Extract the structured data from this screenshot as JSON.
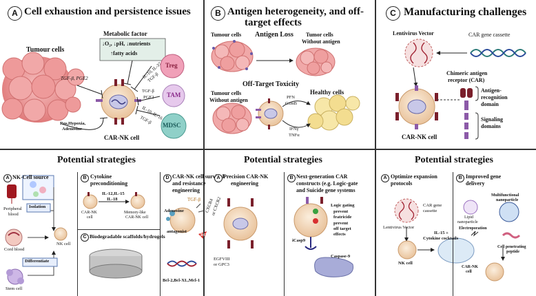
{
  "panels": {
    "a": {
      "letter": "A",
      "title": "Cell exhaustion and persistence issues"
    },
    "b": {
      "letter": "B",
      "title_line1": "Antigen heterogeneity, and off-",
      "title_line2": "target effects"
    },
    "c": {
      "letter": "C",
      "title": "Manufacturing challenges"
    }
  },
  "panel_a": {
    "tumour_cells": "Tumour cells",
    "metabolic_factor": "Metabolic factor",
    "metabolic_line1": "↓O₂, ↓pH, ↓nutrients",
    "metabolic_line2": "↑fatty acids",
    "tgf_pge2": "TGF-β, PGE2",
    "il10_il37": "IL-10, IL-37",
    "tgfb_1": "TGF-β",
    "tgfb_2": "TGF-β",
    "pge2": "PGE2",
    "il10_il16": "IL-10, IL-16",
    "tgfb_3": "TGF-β",
    "ros": "Ros,Hypoxia,",
    "adenosine": "Adenosine",
    "treg": "Treg",
    "tam": "TAM",
    "mdsc": "MDSC",
    "car_nk": "CAR-NK cell"
  },
  "panel_b": {
    "tumour_cells": "Tumour cells",
    "antigen_loss": "Antigen Loss",
    "tumor_without_line1": "Tumor cells",
    "tumor_without_line2": "Without antigen",
    "off_target": "Off-Target Toxicity",
    "tumour_cells2": "Tumour cells",
    "without_antigen": "Without antigen",
    "healthy": "Healthy cells",
    "pfn": "PFN",
    "gzmb": "GzmB",
    "ifng": "IFNγ",
    "tnfa": "TNFα"
  },
  "panel_c": {
    "lentivirus": "Lentivirus Vector",
    "gene_cassette": "CAR gene cassette",
    "chimeric_line1": "Chimeric antigen",
    "chimeric_line2": "receptor (CAR)",
    "antigen_rec_line1": "Antigen-",
    "antigen_rec_line2": "recognition",
    "antigen_rec_line3": "domain",
    "signaling_line1": "Signaling",
    "signaling_line2": "domains",
    "car_nk": "CAR-NK cell"
  },
  "strategies": {
    "heading1": "Potential strategies",
    "heading2": "Potential strategies",
    "heading3": "Potential strategies",
    "a_a": {
      "letter": "A",
      "title": "NK-Cell source",
      "peripheral_line1": "Peripheral",
      "peripheral_line2": "blood",
      "isolation": "Isolation",
      "cord_blood": "Cord blood",
      "nk_cell": "NK cell",
      "differentiate": "Differentiate",
      "stem_cell": "Stem cell"
    },
    "a_b": {
      "letter": "B",
      "title_line1": "Cytokine",
      "title_line2": "preconditioning",
      "cytokines_line1": "IL-12,IL-15",
      "cytokines_line2": "IL-18",
      "car_nk_line1": "CAR-NK",
      "car_nk_line2": "cell",
      "memory_line1": "Memory-like",
      "memory_line2": "CAR-NK cell"
    },
    "a_c": {
      "letter": "C",
      "title": "Biodegradable scaffolds/hydrogels"
    },
    "a_d": {
      "letter": "D",
      "title_line1": "CAR-NK cell survival",
      "title_line2": "and resistance",
      "title_line3": "engineering",
      "tgfb": "TGF-β",
      "adenosine": "Adenosine",
      "antagonist": "antagonist",
      "ros": "ROS",
      "bcl": "Bcl-2,Bcl-XL,Mcl-1"
    },
    "b_a": {
      "letter": "A",
      "title_line1": "Precision CAR-NK",
      "title_line2": "engineering",
      "cxcr4": "CXCR4",
      "cxcr2": "or CXCR2",
      "egfrviii": "EGFVIII",
      "gpc3": "or GPC3"
    },
    "b_b": {
      "letter": "B",
      "title_line1": "Next-generation CAR",
      "title_line2": "constructs (e.g. Logic-gate",
      "title_line3": "and Suicide gene systems",
      "logic_gating": "Logic gating",
      "prevent_line1": "prevent",
      "prevent_line2": "fratricide",
      "prevent_line3": "prevent",
      "prevent_line4": "off target",
      "prevent_line5": "effects",
      "icasp9": "iCasp9",
      "caspase9": "Caspase-9"
    },
    "c_a": {
      "letter": "A",
      "title_line1": "Optimize expansion",
      "title_line2": "protocols",
      "lentivirus": "Lentivirus Vector",
      "gene_line1": "CAR gene",
      "gene_line2": "cassette",
      "nk_cell": "NK cell",
      "il15": "IL-15 +",
      "cocktails": "Cytokine cocktails"
    },
    "c_b": {
      "letter": "B",
      "title_line1": "Improved gene",
      "title_line2": "delivery",
      "lipid_line1": "Lipid",
      "lipid_line2": "nanoparticle",
      "multi_line1": "Multifunctional",
      "multi_line2": "nanoparticle",
      "electroporation": "Electroporation",
      "penetrating_line1": "Cell penetrating",
      "penetrating_line2": "peptide",
      "car_nk_line1": "CAR-NK",
      "car_nk_line2": "cell"
    }
  },
  "colors": {
    "tumour": "#f2a6a6",
    "tumour_dark": "#d96a6a",
    "nk_cell": "#f5d9bf",
    "car_maroon": "#7a1f2b",
    "car_purple": "#8c5aa8",
    "treg": "#f0a0b8",
    "tam": "#d9b8e0",
    "mdsc": "#8fd0c8",
    "healthy": "#f7e7a8"
  }
}
